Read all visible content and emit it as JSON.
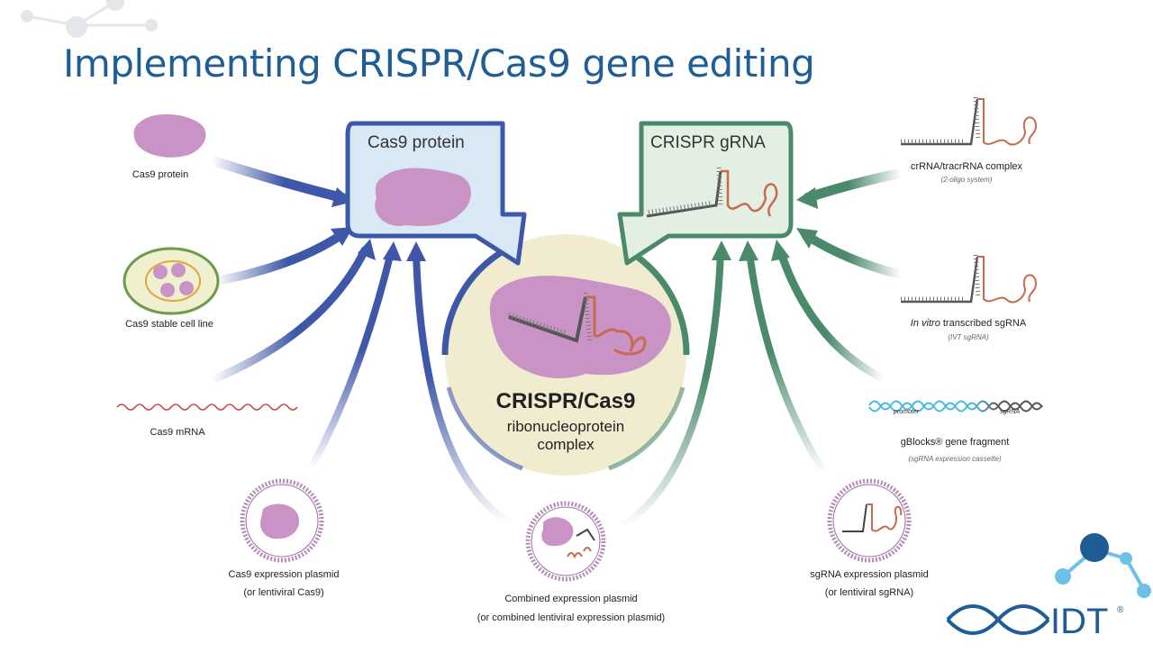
{
  "slide": {
    "title": "Implementing CRISPR/Cas9 gene editing"
  },
  "boxes": {
    "cas9_protein": "Cas9 protein",
    "crispr_grna": "CRISPR gRNA"
  },
  "center": {
    "title": "CRISPR/Cas9",
    "line2": "ribonucleoprotein",
    "line3": "complex"
  },
  "left_sources": [
    {
      "label": "Cas9 protein"
    },
    {
      "label": "Cas9 stable cell line"
    },
    {
      "label": "Cas9 mRNA"
    },
    {
      "label": "Cas9 expression plasmid",
      "sub": "(or lentiviral Cas9)"
    }
  ],
  "bottom_source": {
    "label": "Combined expression plasmid",
    "sub": "(or combined lentiviral expression plasmid)"
  },
  "right_sources": [
    {
      "label": "crRNA/tracrRNA complex",
      "sub": "(2-oligo system)"
    },
    {
      "label_italic": "In vitro",
      "label": "transcribed sgRNA",
      "sub": "(IVT sgRNA)"
    },
    {
      "label": "gBlocks® gene fragment",
      "sub": "(sgRNA expression cassette)",
      "promoter": "promoter",
      "sgrna": "sgRNA"
    },
    {
      "label": "sgRNA expression plasmid",
      "sub": "(or lentiviral sgRNA)"
    }
  ],
  "logo": {
    "text": "IDT",
    "reg": "®"
  },
  "colors": {
    "title": "#1f5d96",
    "blue_arrow": "#3f57a8",
    "green_arrow": "#4a8a6b",
    "cas9_purple": "#c993c6",
    "rna_orange": "#c96a4e",
    "box_blue_fill": "#d8e8f5",
    "box_green_fill": "#e2efe2",
    "center_fill": "#f1ecd0"
  }
}
